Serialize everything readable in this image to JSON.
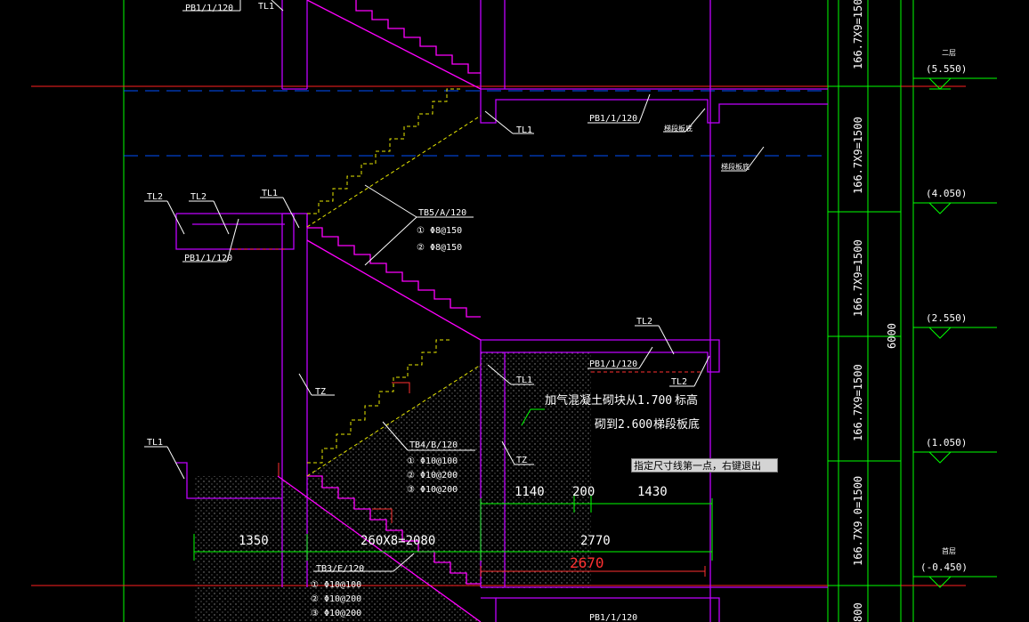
{
  "colors": {
    "background": "#000000",
    "wall": "#c000ff",
    "stair": "#ff00ff",
    "beam": "#c000ff",
    "axis": "#00ff00",
    "level_line": "#ff0000",
    "hidden_line": "#0050ff",
    "dashed_flight": "#ffff00",
    "dim": "#00ff00",
    "dim_active": "#ff3030",
    "hatch": "#707070",
    "text": "#ffffff"
  },
  "beam_labels": {
    "pb_top": "PB1/1/120",
    "tl1_top": "TL1",
    "tl1_mid": "TL1",
    "pb_mid_right": "PB1/1/120",
    "landing_note": "梯段板底",
    "tl2_a": "TL2",
    "tl2_b": "TL2",
    "tl1_left": "TL1",
    "pb_left": "PB1/1/120",
    "tl2_right": "TL2",
    "pb_right_low": "PB1/1/120",
    "tl1_low": "TL1",
    "tl2_right2": "TL2",
    "tz_left": "TZ",
    "tz_right": "TZ",
    "tl1_bottom": "TL1",
    "pb_bottom": "PB1/1/120",
    "right_annot": "梯段板底"
  },
  "slabs": {
    "tb5": {
      "name": "TB5/A/120",
      "r1": "①  Φ8@150",
      "r2": "②  Φ8@150"
    },
    "tb4": {
      "name": "TB4/B/120",
      "r1": "①  Φ10@100",
      "r2": "②  Φ10@200",
      "r3": "③  Φ10@200"
    },
    "tb3": {
      "name": "TB3/E/120",
      "r1": "①  Φ10@100",
      "r2": "②  Φ10@200",
      "r3": "③  Φ10@200"
    }
  },
  "notes": {
    "wall_line1": "加气混凝土砌块从1.700",
    "wall_line1b": "标高",
    "wall_line2": "砌到2.600",
    "wall_line2b": "梯段板底"
  },
  "dimensions": {
    "d1140": "1140",
    "d200": "200",
    "d1430": "1430",
    "d1350": "1350",
    "d2080": "260X8=2080",
    "d2770": "2770",
    "d2670": "2670"
  },
  "vertical_dims": {
    "v1": "166.7X9=1500",
    "v2": "166.7X9=1500",
    "v3": "166.7X9=1500",
    "v4": "166.7X9=1500",
    "v5": "166.7X9.0=1500",
    "v6": "800",
    "total": "6000"
  },
  "levels": {
    "l1_name": "二层",
    "l1": "(5.550)",
    "l2": "(4.050)",
    "l3": "(2.550)",
    "l4": "(1.050)",
    "l5_name": "首层",
    "l5": "(-0.450)"
  },
  "command_tooltip": "指定尺寸线第一点，右键退出"
}
